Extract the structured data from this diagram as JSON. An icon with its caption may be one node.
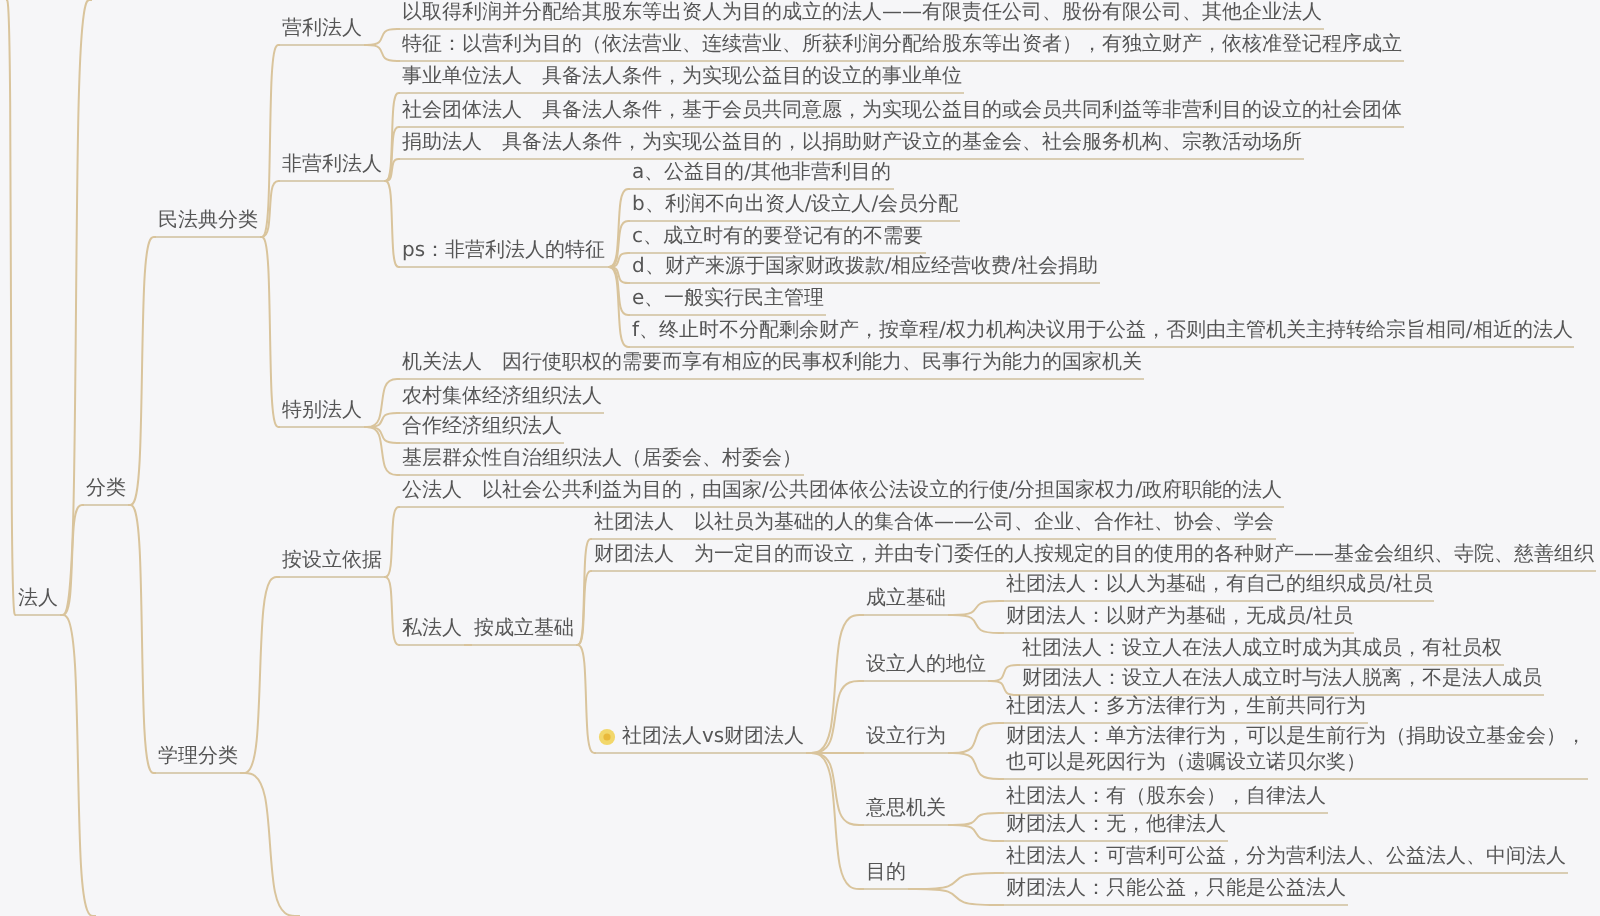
{
  "diagram": {
    "nodes": [
      {
        "text": [
          "法人"
        ]
      },
      {
        "text": [
          "分类"
        ]
      },
      {
        "text": [
          "民法典分类"
        ]
      },
      {
        "text": [
          "营利法人"
        ]
      },
      {
        "text": [
          "以取得利润并分配给其股东等出资人为目的成立的法人——有限责任公司、股份有限公司、其他企业法人"
        ]
      },
      {
        "text": [
          "特征：以营利为目的（依法营业、连续营业、所获利润分配给股东等出资者），有独立财产，依核准登记程序成立"
        ]
      },
      {
        "text": [
          "非营利法人"
        ]
      },
      {
        "text": [
          "事业单位法人",
          "具备法人条件，为实现公益目的设立的事业单位"
        ]
      },
      {
        "text": [
          "社会团体法人",
          "具备法人条件，基于会员共同意愿，为实现公益目的或会员共同利益等非营利目的设立的社会团体"
        ]
      },
      {
        "text": [
          "捐助法人",
          "具备法人条件，为实现公益目的，以捐助财产设立的基金会、社会服务机构、宗教活动场所"
        ]
      },
      {
        "text": [
          "ps：非营利法人的特征"
        ]
      },
      {
        "text": [
          "a、公益目的/其他非营利目的"
        ]
      },
      {
        "text": [
          "b、利润不向出资人/设立人/会员分配"
        ]
      },
      {
        "text": [
          "c、成立时有的要登记有的不需要"
        ]
      },
      {
        "text": [
          "d、财产来源于国家财政拨款/相应经营收费/社会捐助"
        ]
      },
      {
        "text": [
          "e、一般实行民主管理"
        ]
      },
      {
        "text": [
          "f、终止时不分配剩余财产，按章程/权力机构决议用于公益，否则由主管机关主持转给宗旨相同/相近的法人"
        ]
      },
      {
        "text": [
          "特别法人"
        ]
      },
      {
        "text": [
          "机关法人",
          "因行使职权的需要而享有相应的民事权利能力、民事行为能力的国家机关"
        ]
      },
      {
        "text": [
          "农村集体经济组织法人"
        ]
      },
      {
        "text": [
          "合作经济组织法人"
        ]
      },
      {
        "text": [
          "基层群众性自治组织法人（居委会、村委会）"
        ]
      },
      {
        "text": [
          "学理分类"
        ]
      },
      {
        "text": [
          "按设立依据"
        ]
      },
      {
        "text": [
          "公法人",
          "以社会公共利益为目的，由国家/公共团体依公法设立的行使/分担国家权力/政府职能的法人"
        ]
      },
      {
        "text": [
          "私法人"
        ]
      },
      {
        "text": [
          "按成立基础"
        ]
      },
      {
        "text": [
          "社团法人",
          "以社员为基础的人的集合体——公司、企业、合作社、协会、学会"
        ]
      },
      {
        "text": [
          "财团法人",
          "为一定目的而设立，并由专门委任的人按规定的目的使用的各种财产——基金会组织、寺院、慈善组织"
        ]
      },
      {
        "text": [
          "社团法人vs财团法人"
        ]
      },
      {
        "text": [
          "成立基础"
        ]
      },
      {
        "text": [
          "社团法人：以人为基础，有自己的组织成员/社员"
        ]
      },
      {
        "text": [
          "财团法人：以财产为基础，无成员/社员"
        ]
      },
      {
        "text": [
          "设立人的地位"
        ]
      },
      {
        "text": [
          "社团法人：设立人在法人成立时成为其成员，有社员权"
        ]
      },
      {
        "text": [
          "财团法人：设立人在法人成立时与法人脱离，不是法人成员"
        ]
      },
      {
        "text": [
          "设立行为"
        ]
      },
      {
        "text": [
          "社团法人：多方法律行为，生前共同行为"
        ]
      },
      {
        "text": [
          "财团法人：单方法律行为，可以是生前行为（捐助设立基金会），也可以是死因行为（遗嘱设立诺贝尔奖）"
        ]
      },
      {
        "text": [
          "意思机关"
        ]
      },
      {
        "text": [
          "社团法人：有（股东会），自律法人"
        ]
      },
      {
        "text": [
          "财团法人：无，他律法人"
        ]
      },
      {
        "text": [
          "目的"
        ]
      },
      {
        "text": [
          "社团法人：可营利可公益，分为营利法人、公益法人、中间法人"
        ]
      },
      {
        "text": [
          "财团法人：只能公益，只能是公益法人"
        ]
      }
    ],
    "edges": [
      {
        "from": 0,
        "to": 1,
        "arrow": "none"
      },
      {
        "from": 1,
        "to": 2,
        "arrow": "none"
      },
      {
        "from": 1,
        "to": 22,
        "arrow": "none"
      },
      {
        "from": 2,
        "to": 3,
        "arrow": "none"
      },
      {
        "from": 2,
        "to": 6,
        "arrow": "none"
      },
      {
        "from": 2,
        "to": 17,
        "arrow": "none"
      },
      {
        "from": 3,
        "to": 4,
        "arrow": "none"
      },
      {
        "from": 3,
        "to": 5,
        "arrow": "none"
      },
      {
        "from": 6,
        "to": 7,
        "arrow": "none"
      },
      {
        "from": 6,
        "to": 8,
        "arrow": "none"
      },
      {
        "from": 6,
        "to": 9,
        "arrow": "none"
      },
      {
        "from": 6,
        "to": 10,
        "arrow": "none"
      },
      {
        "from": 10,
        "to": 11,
        "arrow": "none"
      },
      {
        "from": 10,
        "to": 12,
        "arrow": "none"
      },
      {
        "from": 10,
        "to": 13,
        "arrow": "none"
      },
      {
        "from": 10,
        "to": 14,
        "arrow": "none"
      },
      {
        "from": 10,
        "to": 15,
        "arrow": "none"
      },
      {
        "from": 10,
        "to": 16,
        "arrow": "none"
      },
      {
        "from": 17,
        "to": 18,
        "arrow": "none"
      },
      {
        "from": 17,
        "to": 19,
        "arrow": "none"
      },
      {
        "from": 17,
        "to": 20,
        "arrow": "none"
      },
      {
        "from": 17,
        "to": 21,
        "arrow": "none"
      },
      {
        "from": 22,
        "to": 23,
        "arrow": "none"
      },
      {
        "from": 23,
        "to": 24,
        "arrow": "none"
      },
      {
        "from": 23,
        "to": 25,
        "arrow": "none"
      },
      {
        "from": 25,
        "to": 26,
        "arrow": "none"
      },
      {
        "from": 26,
        "to": 27,
        "arrow": "none"
      },
      {
        "from": 26,
        "to": 28,
        "arrow": "none"
      },
      {
        "from": 26,
        "to": 29,
        "arrow": "none"
      },
      {
        "from": 29,
        "to": 30,
        "arrow": "none"
      },
      {
        "from": 29,
        "to": 33,
        "arrow": "none"
      },
      {
        "from": 29,
        "to": 36,
        "arrow": "none"
      },
      {
        "from": 29,
        "to": 39,
        "arrow": "none"
      },
      {
        "from": 29,
        "to": 42,
        "arrow": "none"
      },
      {
        "from": 30,
        "to": 31,
        "arrow": "none"
      },
      {
        "from": 30,
        "to": 32,
        "arrow": "none"
      },
      {
        "from": 33,
        "to": 34,
        "arrow": "none"
      },
      {
        "from": 33,
        "to": 35,
        "arrow": "none"
      },
      {
        "from": 36,
        "to": 37,
        "arrow": "none"
      },
      {
        "from": 36,
        "to": 38,
        "arrow": "none"
      },
      {
        "from": 39,
        "to": 40,
        "arrow": "none"
      },
      {
        "from": 39,
        "to": 41,
        "arrow": "none"
      },
      {
        "from": 42,
        "to": 43,
        "arrow": "none"
      },
      {
        "from": 42,
        "to": 44,
        "arrow": "none"
      },
      {
        "from": null,
        "to": 0,
        "arrow": "none"
      },
      {
        "from": 0,
        "to": null,
        "arrow": "none"
      },
      {
        "from": 0,
        "to": null,
        "arrow": "none"
      },
      {
        "from": 22,
        "to": null,
        "arrow": "none"
      }
    ]
  }
}
